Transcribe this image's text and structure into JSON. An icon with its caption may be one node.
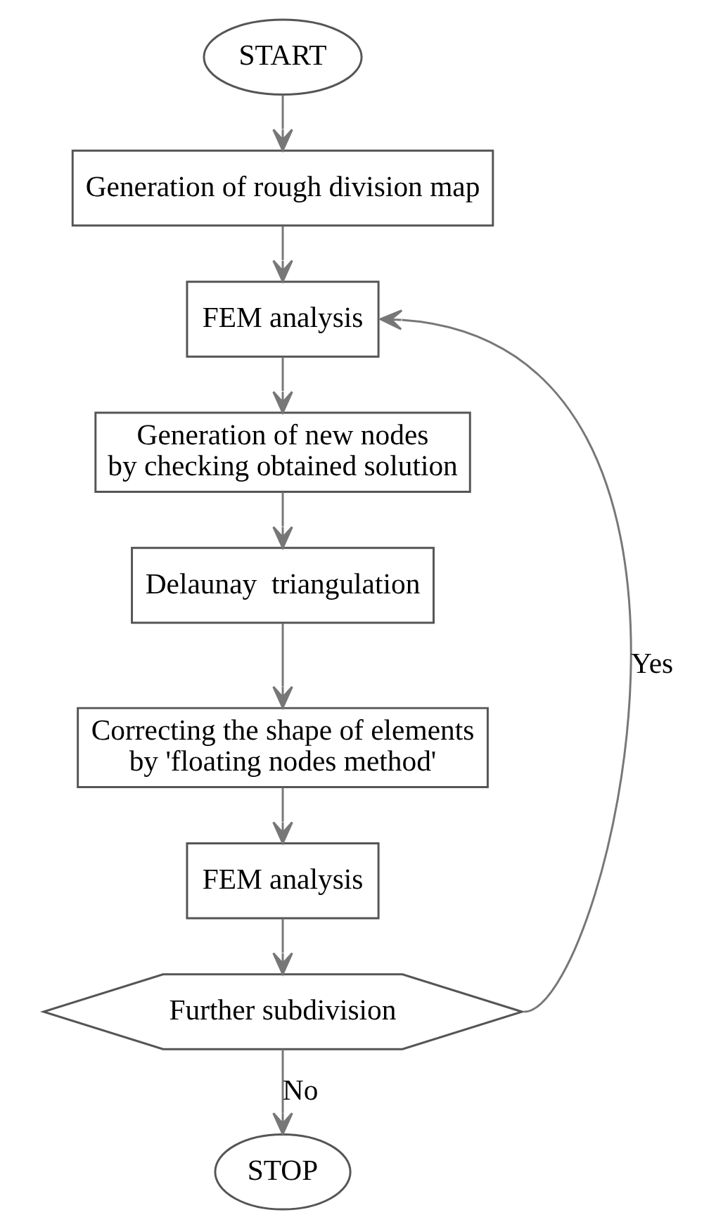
{
  "diagram": {
    "nodes": [
      {
        "text": [
          "START"
        ]
      },
      {
        "text": [
          "Generation of rough division map"
        ]
      },
      {
        "text": [
          "FEM analysis"
        ]
      },
      {
        "text": [
          "Generation of new nodes by checking obtained solution"
        ]
      },
      {
        "text": [
          "Delaunay  triangulation"
        ]
      },
      {
        "text": [
          "Correcting the shape of elements by 'floating nodes method'"
        ]
      },
      {
        "text": [
          "FEM analysis"
        ]
      },
      {
        "text": [
          "Further subdivision"
        ]
      },
      {
        "text": [
          "STOP"
        ]
      }
    ],
    "edges": [
      {
        "from": 0,
        "to": 1,
        "arrow": "to"
      },
      {
        "from": 1,
        "to": 2,
        "arrow": "to"
      },
      {
        "from": 2,
        "to": 3,
        "arrow": "to"
      },
      {
        "from": 3,
        "to": 4,
        "arrow": "to"
      },
      {
        "from": 4,
        "to": 5,
        "arrow": "to"
      },
      {
        "from": 5,
        "to": 6,
        "arrow": "to"
      },
      {
        "from": 6,
        "to": 7,
        "arrow": "to"
      },
      {
        "from": 7,
        "to": 2,
        "arrow": "to",
        "label": "Yes"
      },
      {
        "from": 7,
        "to": 8,
        "arrow": "to",
        "label": "No"
      }
    ]
  }
}
